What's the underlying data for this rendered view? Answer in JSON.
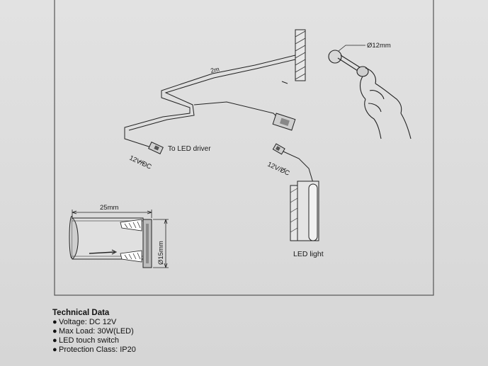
{
  "diagram": {
    "labels": {
      "cable_length": "2m",
      "hole_diameter": "Ø12mm",
      "to_driver": "To LED driver",
      "voltage_left": "12V/DC",
      "voltage_right": "12V/DC",
      "led_light": "LED light",
      "switch_length": "25mm",
      "switch_diameter": "Ø15mm"
    }
  },
  "technical_data": {
    "title": "Technical Data",
    "items": [
      "Voltage: DC 12V",
      "Max Load: 30W(LED)",
      "LED touch switch",
      "Protection Class: IP20"
    ],
    "bullet": "●"
  }
}
